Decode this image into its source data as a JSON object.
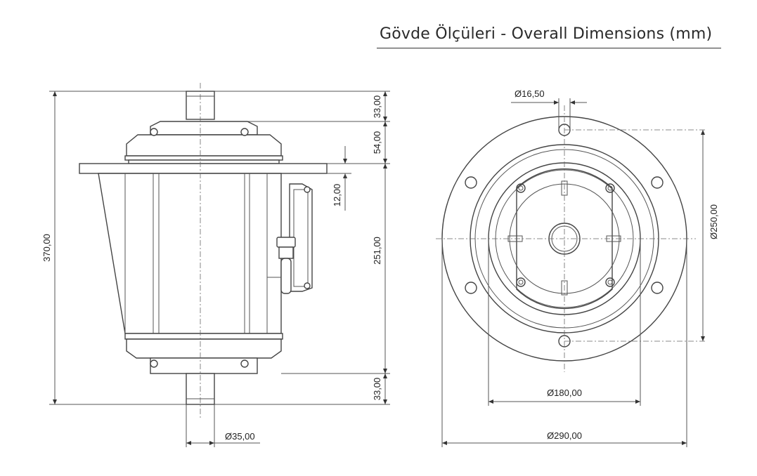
{
  "title": "Gövde Ölçüleri - Overall Dimensions (mm)",
  "side_view": {
    "overall_height": "370,00",
    "top_shaft": "33,00",
    "top_section": "54,00",
    "flange_offset": "12,00",
    "body_height": "251,00",
    "bottom_shaft": "33,00",
    "shaft_diameter": "Ø35,00"
  },
  "front_view": {
    "hole_diameter": "Ø16,50",
    "bolt_circle": "Ø250,00",
    "pilot_diameter": "Ø180,00",
    "flange_diameter": "Ø290,00"
  }
}
